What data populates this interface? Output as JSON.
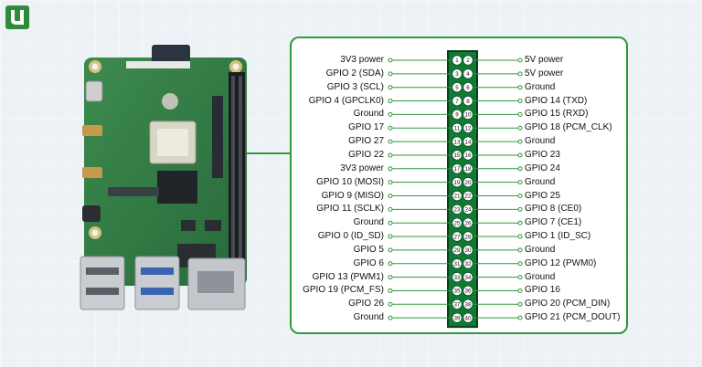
{
  "colors": {
    "accent": "#2e9a3a",
    "header": "#0e7a33",
    "pin_fill": "#ffffff",
    "board": "#2f7a43"
  },
  "logo": {
    "icon": "brand-logo-icon"
  },
  "board": {
    "icon": "raspberry-pi-4-board"
  },
  "pins": [
    {
      "pin": 1,
      "label": "3V3 power"
    },
    {
      "pin": 2,
      "label": "5V power"
    },
    {
      "pin": 3,
      "label": "GPIO 2 (SDA)"
    },
    {
      "pin": 4,
      "label": "5V power"
    },
    {
      "pin": 5,
      "label": "GPIO 3 (SCL)"
    },
    {
      "pin": 6,
      "label": "Ground"
    },
    {
      "pin": 7,
      "label": "GPIO 4 (GPCLK0)"
    },
    {
      "pin": 8,
      "label": "GPIO 14 (TXD)"
    },
    {
      "pin": 9,
      "label": "Ground"
    },
    {
      "pin": 10,
      "label": "GPIO 15 (RXD)"
    },
    {
      "pin": 11,
      "label": "GPIO 17"
    },
    {
      "pin": 12,
      "label": "GPIO 18 (PCM_CLK)"
    },
    {
      "pin": 13,
      "label": "GPIO 27"
    },
    {
      "pin": 14,
      "label": "Ground"
    },
    {
      "pin": 15,
      "label": "GPIO 22"
    },
    {
      "pin": 16,
      "label": "GPIO 23"
    },
    {
      "pin": 17,
      "label": "3V3 power"
    },
    {
      "pin": 18,
      "label": "GPIO 24"
    },
    {
      "pin": 19,
      "label": "GPIO 10 (MOSI)"
    },
    {
      "pin": 20,
      "label": "Ground"
    },
    {
      "pin": 21,
      "label": "GPIO 9 (MISO)"
    },
    {
      "pin": 22,
      "label": "GPIO 25"
    },
    {
      "pin": 23,
      "label": "GPIO 11 (SCLK)"
    },
    {
      "pin": 24,
      "label": "GPIO 8 (CE0)"
    },
    {
      "pin": 25,
      "label": "Ground"
    },
    {
      "pin": 26,
      "label": "GPIO 7 (CE1)"
    },
    {
      "pin": 27,
      "label": "GPIO 0 (ID_SD)"
    },
    {
      "pin": 28,
      "label": "GPIO 1 (ID_SC)"
    },
    {
      "pin": 29,
      "label": "GPIO 5"
    },
    {
      "pin": 30,
      "label": "Ground"
    },
    {
      "pin": 31,
      "label": "GPIO 6"
    },
    {
      "pin": 32,
      "label": "GPIO 12 (PWM0)"
    },
    {
      "pin": 33,
      "label": "GPIO 13 (PWM1)"
    },
    {
      "pin": 34,
      "label": "Ground"
    },
    {
      "pin": 35,
      "label": "GPIO 19 (PCM_FS)"
    },
    {
      "pin": 36,
      "label": "GPIO 16"
    },
    {
      "pin": 37,
      "label": "GPIO 26"
    },
    {
      "pin": 38,
      "label": "GPIO 20 (PCM_DIN)"
    },
    {
      "pin": 39,
      "label": "Ground"
    },
    {
      "pin": 40,
      "label": "GPIO 21 (PCM_DOUT)"
    }
  ]
}
